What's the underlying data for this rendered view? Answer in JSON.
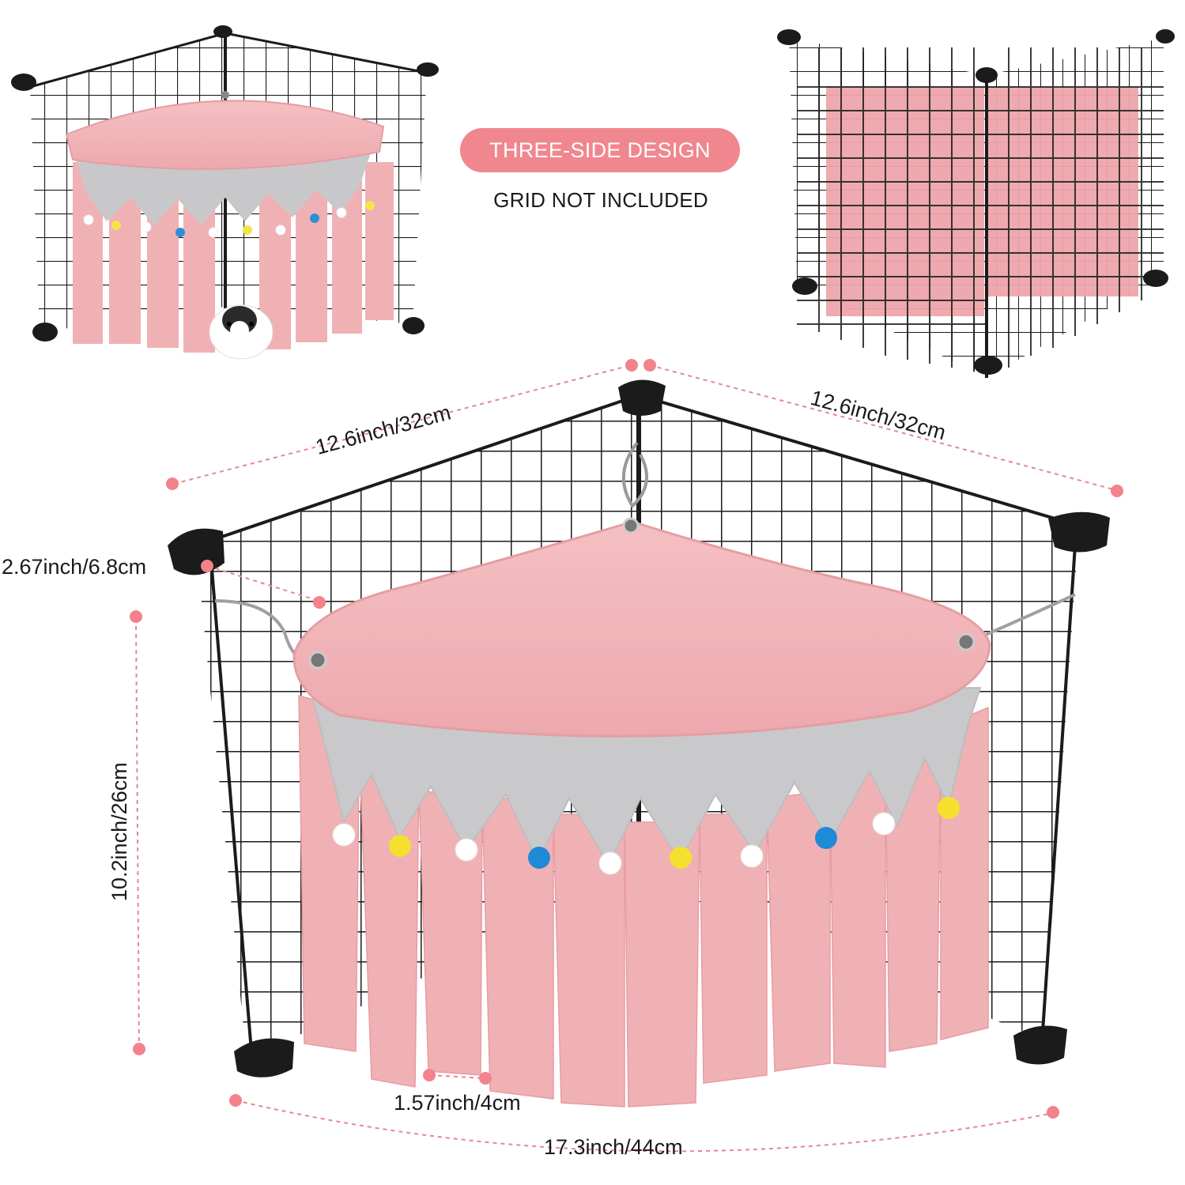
{
  "badge": {
    "label": "THREE-SIDE DESIGN"
  },
  "note": {
    "text": "GRID NOT INCLUDED"
  },
  "dimensions": {
    "side_left": "12.6inch/32cm",
    "side_right": "12.6inch/32cm",
    "top_depth": "2.67inch/6.8cm",
    "height": "10.2inch/26cm",
    "strip_width": "1.57inch/4cm",
    "front_width": "17.3inch/44cm"
  },
  "colors": {
    "fabric_pink": "#f2b3b6",
    "fabric_gray": "#c9c9cb",
    "accent": "#f0868e",
    "dimension_line": "#e9868f",
    "grid": "#1b1b1b"
  }
}
